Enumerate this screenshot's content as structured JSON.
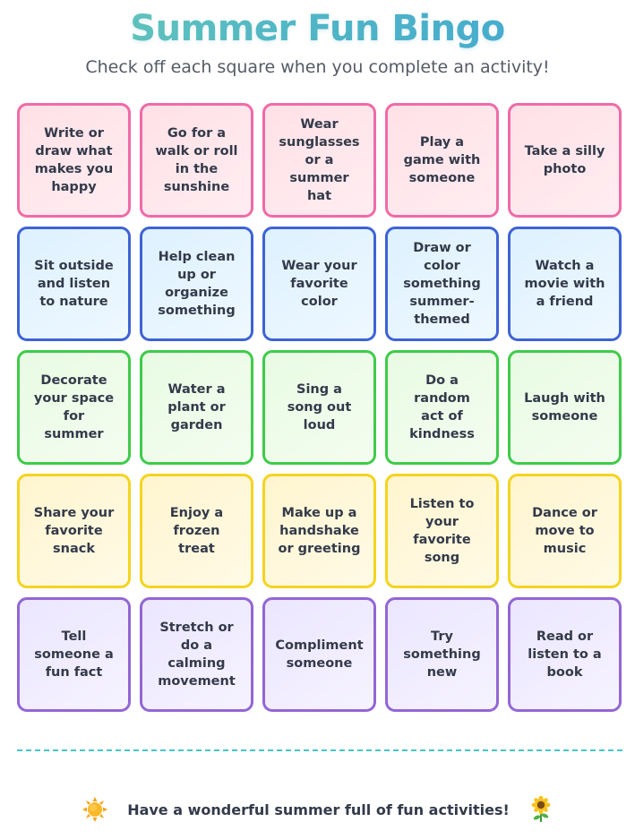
{
  "header": {
    "title": "Summer Fun Bingo",
    "subtitle": "Check off each square when you complete an activity!"
  },
  "colors": {
    "row1_border": "#f06aa8",
    "row2_border": "#3e63d6",
    "row3_border": "#3fcb4a",
    "row4_border": "#f5d41f",
    "row5_border": "#9366d4",
    "title_gradient": [
      "#6ccfb6",
      "#3fa6d6"
    ],
    "divider": "#45c6c6"
  },
  "bingo": {
    "rows": [
      [
        "Write or draw what makes you happy",
        "Go for a walk or roll in the sunshine",
        "Wear sunglasses or a summer hat",
        "Play a game with someone",
        "Take a silly photo"
      ],
      [
        "Sit outside and listen to nature",
        "Help clean up or organize something",
        "Wear your favorite color",
        "Draw or color something summer-themed",
        "Watch a movie with a friend"
      ],
      [
        "Decorate your space for summer",
        "Water a plant or garden",
        "Sing a song out loud",
        "Do a random act of kindness",
        "Laugh with someone"
      ],
      [
        "Share your favorite snack",
        "Enjoy a frozen treat",
        "Make up a handshake or greeting",
        "Listen to your favorite song",
        "Dance or move to music"
      ],
      [
        "Tell someone a fun fact",
        "Stretch or do a calming movement",
        "Compliment someone",
        "Try something new",
        "Read or listen to a book"
      ]
    ]
  },
  "footer": {
    "left_icon": "sun-icon",
    "text": "Have a wonderful summer full of fun activities!",
    "right_icon": "sunflower-icon"
  }
}
